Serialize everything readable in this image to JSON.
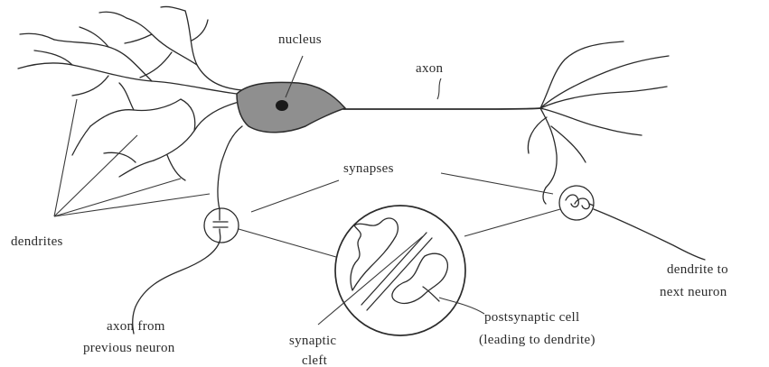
{
  "labels": {
    "nucleus": "nucleus",
    "axon": "axon",
    "synapses": "synapses",
    "dendrites": "dendrites",
    "dendrite_next_line1": "dendrite to",
    "dendrite_next_line2": "next neuron",
    "axon_prev_line1": "axon from",
    "axon_prev_line2": "previous neuron",
    "cleft_line1": "synaptic",
    "cleft_line2": "cleft",
    "post_line1": "postsynaptic cell",
    "post_line2": "(leading to dendrite)"
  },
  "colors": {
    "ink": "#2b2b2b",
    "cell_body": "#8f8f8f",
    "nucleus": "#1a1a1a"
  }
}
